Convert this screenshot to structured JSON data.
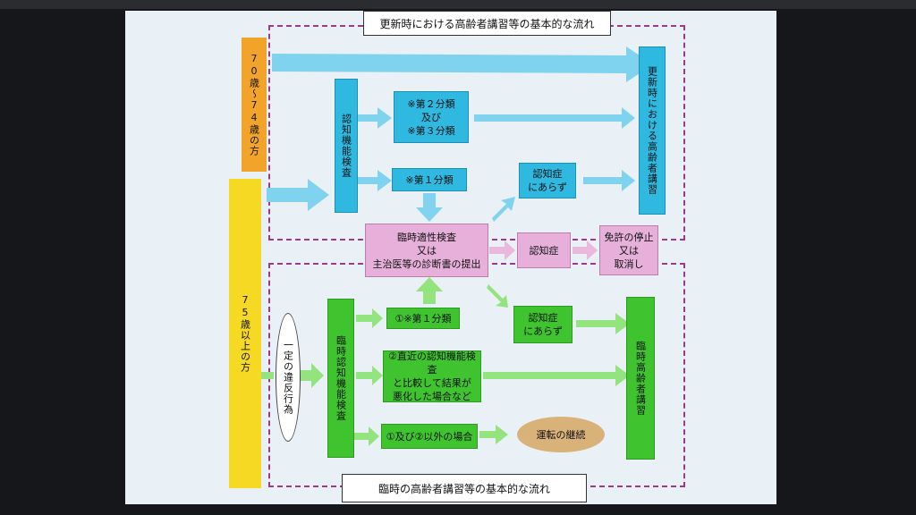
{
  "diagram": {
    "top_title": "更新時における高齢者講習等の基本的な流れ",
    "bottom_title": "臨時の高齢者講習等の基本的な流れ",
    "age_70_74": "70歳〜74歳の方",
    "age_75_plus": "75歳以上の方",
    "cognitive_test": "認知機能検査",
    "category_2_3": "※第２分類\n及び\n※第３分類",
    "category_1": "※第１分類",
    "not_dementia_top": "認知症\nにあらず",
    "renewal_lecture": "更新時における高齢者講習",
    "temp_aptitude_test": "臨時適性検査\n又は\n主治医等の診断書の提出",
    "dementia": "認知症",
    "license_revocation": "免許の停止\n又は\n取消し",
    "violation": "一定の違反行為",
    "temp_cognitive_test": "臨時認知機能検査",
    "cond_1": "①※第１分類",
    "cond_2": "②直近の認知機能検査\nと比較して結果が\n悪化した場合など",
    "cond_other": "①及び②以外の場合",
    "not_dementia_bottom": "認知症\nにあらず",
    "continue_driving": "運転の継続",
    "temp_lecture": "臨時高齢者講習",
    "colors": {
      "blue_arrow": "#7fd3ef",
      "green_arrow": "#93e37f",
      "pink_arrow": "#e9b8dc",
      "dotted": "#9b3a8a"
    }
  }
}
